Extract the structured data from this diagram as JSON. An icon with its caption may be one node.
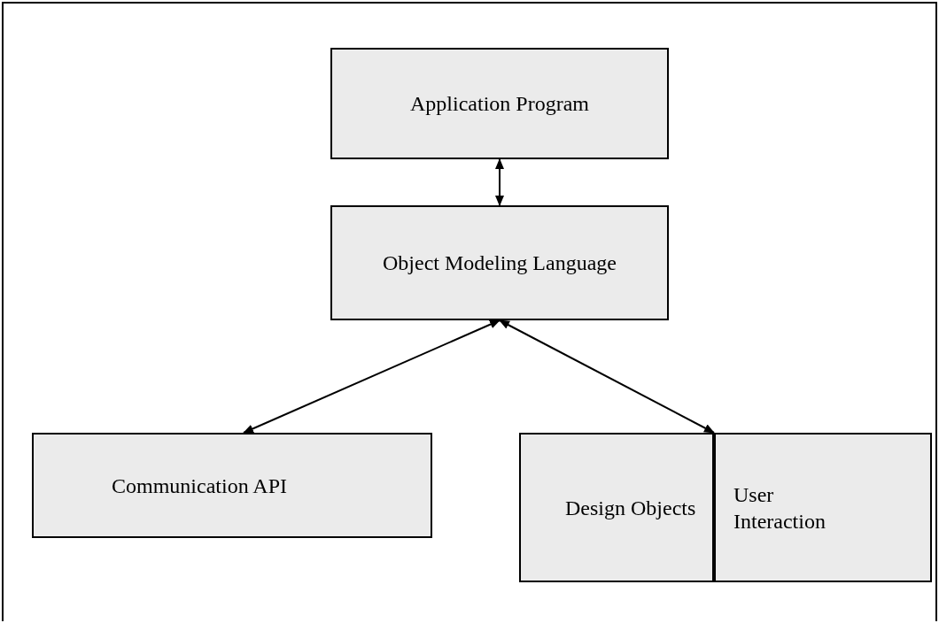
{
  "diagram": {
    "nodes": [
      {
        "text": [
          "Application Program"
        ]
      },
      {
        "text": [
          "Object Modeling Language"
        ]
      },
      {
        "text": [
          "Communication API"
        ]
      },
      {
        "text": [
          "Design Objects"
        ]
      },
      {
        "text": [
          "User Interaction"
        ]
      }
    ],
    "edges": [
      {
        "from": 0,
        "to": 1,
        "arrow": "both"
      },
      {
        "from": 1,
        "to": 2,
        "arrow": "both"
      },
      {
        "from": 1,
        "to": 3,
        "arrow": "both"
      }
    ]
  }
}
